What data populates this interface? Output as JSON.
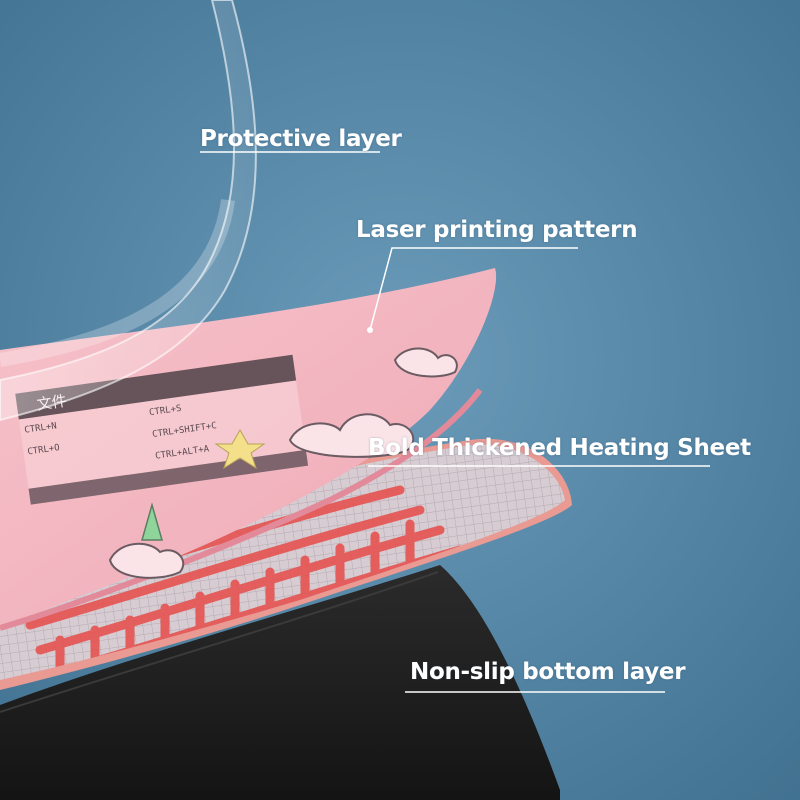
{
  "callouts": {
    "protective_layer": "Protective layer",
    "laser_printing_pattern": "Laser printing pattern",
    "heating_sheet": "Bold Thickened Heating Sheet",
    "nonslip_bottom_layer": "Non-slip bottom layer"
  },
  "printed_pattern_text": {
    "menu_title": "文件",
    "shortcut_1": "CTRL+N",
    "shortcut_2": "CTRL+S",
    "shortcut_3": "CTRL+O",
    "shortcut_4": "CTRL+SHIFT+C",
    "shortcut_5": "CTRL+ALT+A"
  },
  "colors": {
    "background": "#4f7f9e",
    "pink_pad": "#f4b3bd",
    "heating_coil": "#e85a58",
    "bottom_layer": "#1f1f1f",
    "label_text": "#ffffff"
  }
}
